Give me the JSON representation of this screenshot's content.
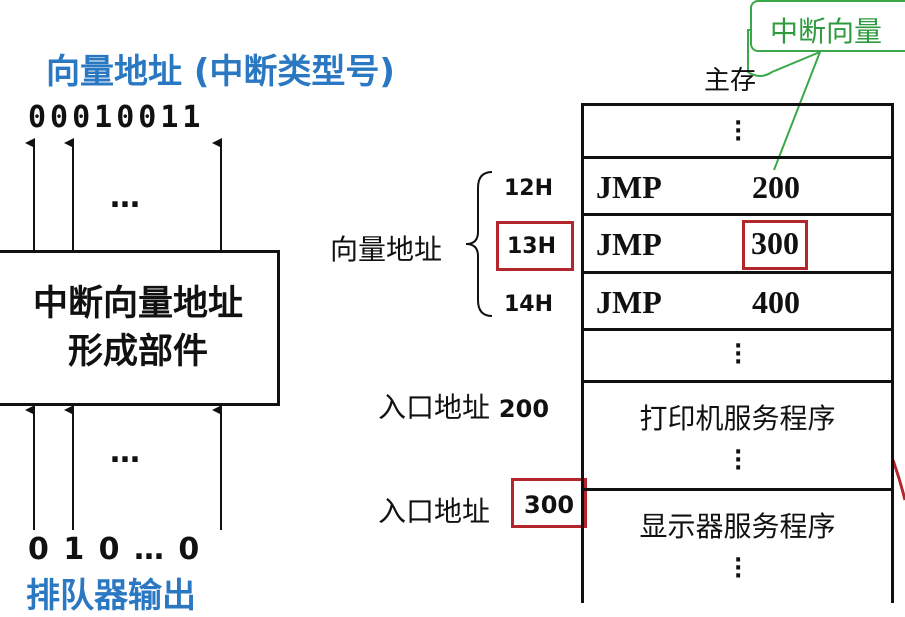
{
  "left": {
    "title": "向量地址 (中断类型号)",
    "top_bits": "00010011",
    "top_dots": "…",
    "generator_line1": "中断向量地址",
    "generator_line2": "形成部件",
    "bottom_dots": "…",
    "bottom_bits": "0 1 0 … 0",
    "bottom_label": "排队器输出"
  },
  "memory": {
    "title": "主存",
    "vector_label": "向量地址",
    "addresses": [
      "12H",
      "13H",
      "14H"
    ],
    "rows": [
      {
        "op": "JMP",
        "target": "200"
      },
      {
        "op": "JMP",
        "target": "300"
      },
      {
        "op": "JMP",
        "target": "400"
      }
    ],
    "entries": [
      {
        "label": "入口地址",
        "value": "200",
        "program": "打印机服务程序"
      },
      {
        "label": "入口地址",
        "value": "300",
        "program": "显示器服务程序"
      }
    ]
  },
  "callout": {
    "text": "中断向量"
  },
  "colors": {
    "title_blue": "#2a78c2",
    "highlight_red": "#b3262b",
    "callout_green": "#3aa84a"
  }
}
